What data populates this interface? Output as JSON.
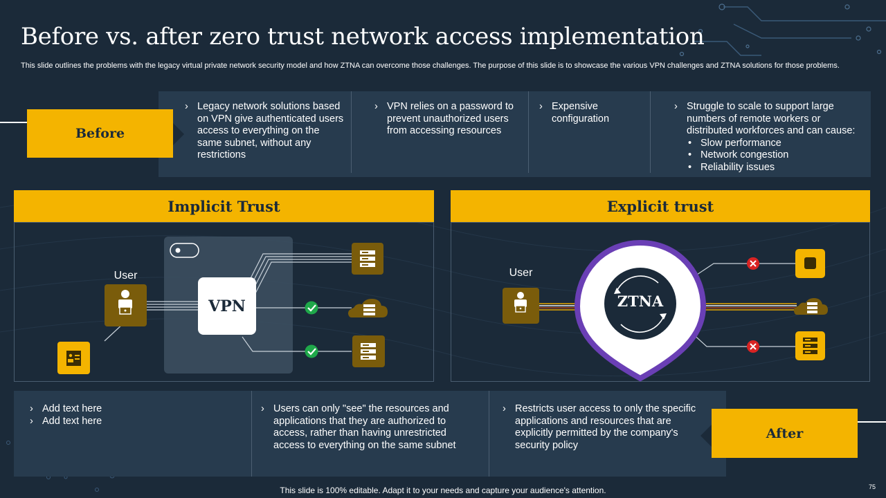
{
  "title": "Before vs. after zero trust network access implementation",
  "subtitle": "This slide outlines the problems with the legacy virtual private network security model and how ZTNA can overcome those challenges. The purpose of this slide is to showcase the various VPN challenges and ZTNA solutions for those problems.",
  "before": {
    "label": "Before",
    "columns": [
      {
        "text": "Legacy network solutions based on VPN give authenticated users access to everything on the same subnet, without any restrictions"
      },
      {
        "text": "VPN relies on a password to prevent unauthorized users from accessing resources"
      },
      {
        "text": "Expensive configuration"
      },
      {
        "text": "Struggle to scale to support large numbers of remote workers or distributed workforces and can cause:",
        "bullets": [
          "Slow performance",
          "Network congestion",
          "Reliability issues"
        ]
      }
    ]
  },
  "implicit": {
    "heading": "Implicit Trust",
    "user_label": "User",
    "vpn_label": "VPN"
  },
  "explicit": {
    "heading": "Explicit trust",
    "user_label": "User",
    "ztna_label": "ZTNA"
  },
  "after": {
    "label": "After",
    "columns": [
      {
        "items": [
          "Add text here",
          "Add text here"
        ]
      },
      {
        "items": [
          "Users can only \"see\" the resources and applications that they are authorized to access, rather than having unrestricted access to everything on the same subnet"
        ]
      },
      {
        "items": [
          "Restricts user access to only the specific applications and resources that are explicitly permitted by the company's security policy"
        ]
      }
    ]
  },
  "footer": "This slide is 100% editable. Adapt it to your needs and capture your audience's attention.",
  "page_number": "75",
  "colors": {
    "background": "#1b2a39",
    "accent": "#f4b400",
    "panel": "#273b4e",
    "icon_tile": "#7a5c0b",
    "ztna_ring": "#6a3fb5",
    "ok": "#1fa84a",
    "deny": "#d92323"
  },
  "icons": [
    "user-icon",
    "id-card-icon",
    "server-icon",
    "cloud-server-icon",
    "check-icon",
    "deny-x-icon",
    "toggle-icon",
    "stop-icon"
  ]
}
